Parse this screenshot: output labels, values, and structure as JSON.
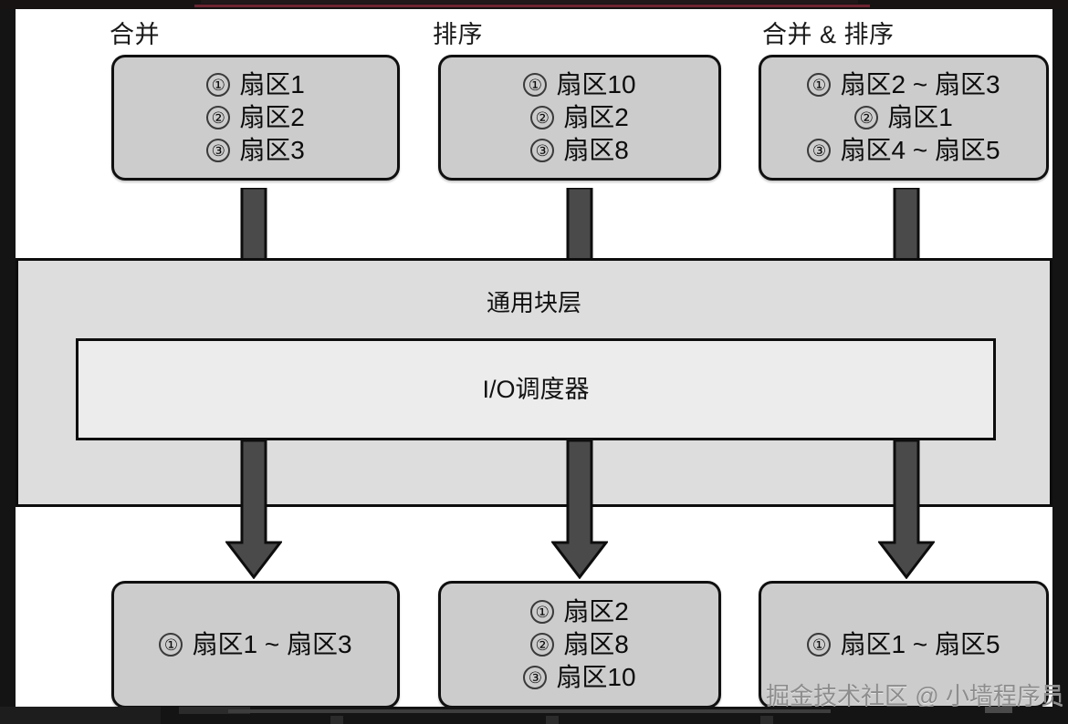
{
  "diagram": {
    "title_strip_present": true,
    "columns": [
      {
        "key": "merge",
        "label": "合并"
      },
      {
        "key": "sort",
        "label": "排序"
      },
      {
        "key": "merge_sort",
        "label": "合并 & 排序"
      }
    ],
    "input_boxes": [
      {
        "column": "合并",
        "items": [
          {
            "num": "①",
            "text": "扇区1"
          },
          {
            "num": "②",
            "text": "扇区2"
          },
          {
            "num": "③",
            "text": "扇区3"
          }
        ]
      },
      {
        "column": "排序",
        "items": [
          {
            "num": "①",
            "text": "扇区10"
          },
          {
            "num": "②",
            "text": "扇区2"
          },
          {
            "num": "③",
            "text": "扇区8"
          }
        ]
      },
      {
        "column": "合并 & 排序",
        "items": [
          {
            "num": "①",
            "text": "扇区2 ~ 扇区3"
          },
          {
            "num": "②",
            "text": "扇区1"
          },
          {
            "num": "③",
            "text": "扇区4 ~ 扇区5"
          }
        ]
      }
    ],
    "block_layer": {
      "title": "通用块层",
      "scheduler_label": "I/O调度器"
    },
    "output_boxes": [
      {
        "column": "合并",
        "items": [
          {
            "num": "①",
            "text": "扇区1 ~ 扇区3"
          }
        ]
      },
      {
        "column": "排序",
        "items": [
          {
            "num": "①",
            "text": "扇区2"
          },
          {
            "num": "②",
            "text": "扇区8"
          },
          {
            "num": "③",
            "text": "扇区10"
          }
        ]
      },
      {
        "column": "合并 & 排序",
        "items": [
          {
            "num": "①",
            "text": "扇区1 ~ 扇区5"
          }
        ]
      }
    ],
    "arrows": {
      "into_block_layer": 3,
      "out_of_block_layer": 3,
      "direction": "down"
    },
    "watermark": "掘金技术社区 @ 小墙程序员",
    "colors": {
      "box_fill": "#cccccc",
      "box_border": "#101010",
      "block_layer_fill": "#dddddd",
      "scheduler_fill": "#ececec",
      "arrow_fill": "#4a4a4a",
      "arrow_stroke": "#0d0d0d",
      "canvas": "#ffffff",
      "page_background": "#141414",
      "accent_rule": "#6d2430",
      "watermark_color": "#8d8d8d"
    }
  }
}
